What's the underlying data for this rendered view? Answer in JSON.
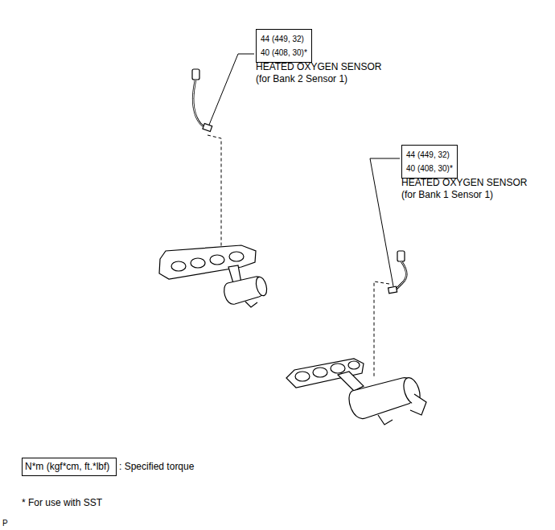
{
  "diagram": {
    "nodes": [
      {
        "text": [
          "44 (449, 32)",
          "40 (408, 30)*"
        ]
      },
      {
        "text": [
          "44 (449, 32)",
          "40 (408, 30)*"
        ]
      },
      {
        "text": [
          "N*m (kgf*cm, ft.*lbf)"
        ]
      }
    ],
    "labels": [
      "HEATED OXYGEN SENSOR",
      "(for Bank 2 Sensor 1)",
      "HEATED OXYGEN SENSOR",
      "(for Bank 1 Sensor 1)",
      ": Specified torque",
      "* For use with SST",
      "P"
    ]
  }
}
